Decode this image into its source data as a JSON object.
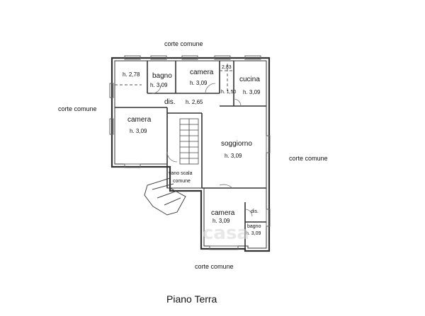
{
  "floor_title": "Piano Terra",
  "surroundings": {
    "top": "corte comune",
    "left": "corte comune",
    "right": "corte comune",
    "bottom": "corte comune"
  },
  "rooms": {
    "nw_room_height": "h. 2,78",
    "bagno_top": {
      "name": "bagno",
      "height": "h. 3,09"
    },
    "camera_top": {
      "name": "camera",
      "height": "h. 3,09"
    },
    "small_height_283": "2,83",
    "small_height_150": "h. 1,50",
    "cucina": {
      "name": "cucina",
      "height": "h. 3,09"
    },
    "dis_top": {
      "name": "dis.",
      "height": "h. 2,65"
    },
    "camera_left": {
      "name": "camera",
      "height": "h. 3,09"
    },
    "soggiorno": {
      "name": "soggiorno",
      "height": "h. 3,09"
    },
    "vano_scala": {
      "line1": "vano scala",
      "line2": "comune"
    },
    "camera_bottom": {
      "name": "camera",
      "height": "h. 3,09"
    },
    "dis_bottom": {
      "name": "dis."
    },
    "bagno_bottom": {
      "name": "bagno",
      "height": "h. 3,09"
    }
  },
  "watermark": "casa",
  "colors": {
    "wall": "#333333",
    "window": "#666666",
    "text": "#111111",
    "watermark": "#d9d9d9"
  }
}
